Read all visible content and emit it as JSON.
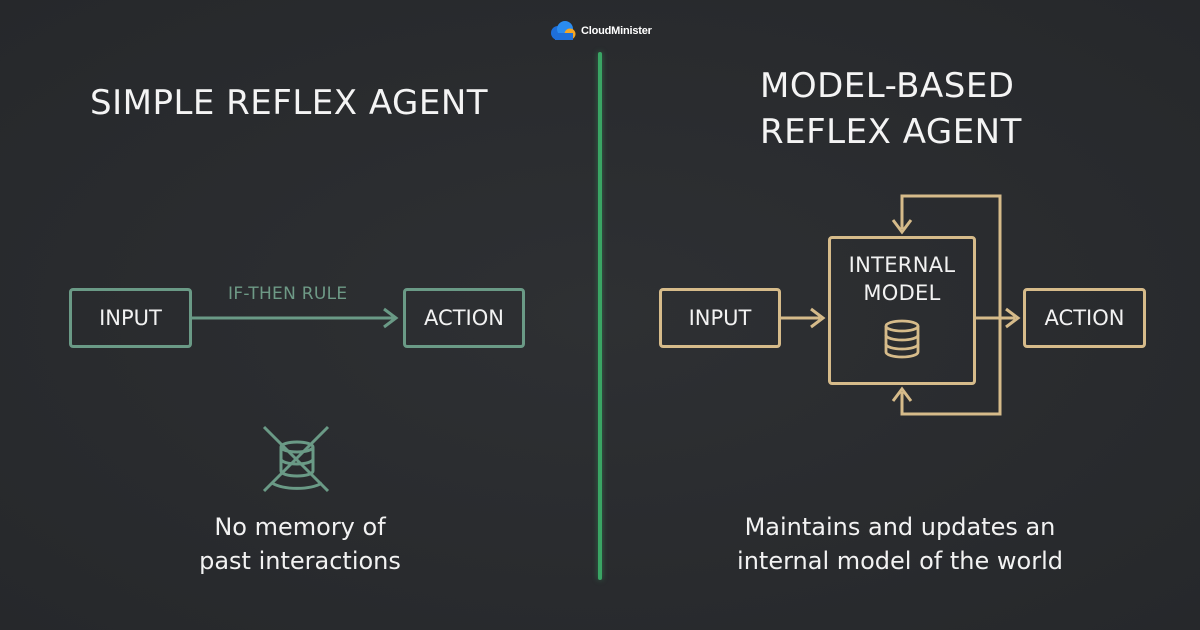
{
  "brand": {
    "logo_text": "CloudMinister"
  },
  "left_panel": {
    "title": "SIMPLE REFLEX AGENT",
    "input_label": "INPUT",
    "rule_label": "IF-THEN RULE",
    "action_label": "ACTION",
    "icon": "no-memory-crossed-database-icon",
    "caption_line1": "No memory of",
    "caption_line2": "past interactions"
  },
  "right_panel": {
    "title_line1": "MODEL-BASED",
    "title_line2": "REFLEX AGENT",
    "input_label": "INPUT",
    "model_line1": "INTERNAL",
    "model_line2": "MODEL",
    "model_icon": "database-icon",
    "action_label": "ACTION",
    "caption_line1": "Maintains and updates an",
    "caption_line2": "internal model of the world"
  },
  "colors": {
    "background": "#2a2c2f",
    "divider": "#3aa564",
    "left_accent": "#6a9a86",
    "right_accent": "#d6bb8a",
    "text": "#f2f2f2"
  }
}
